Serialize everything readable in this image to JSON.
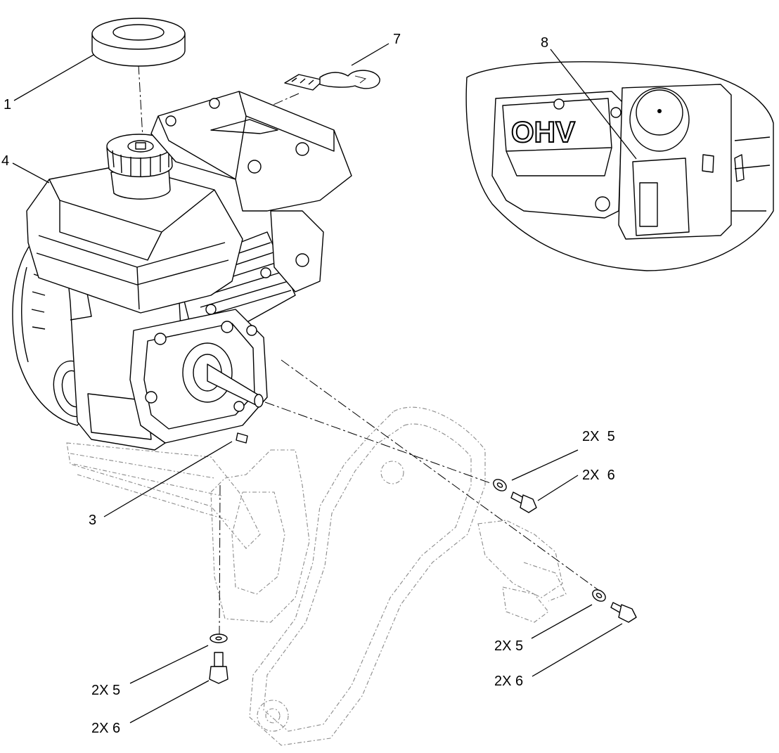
{
  "callouts": {
    "c1": "1",
    "c3": "3",
    "c4": "4",
    "c7": "7",
    "c8": "8",
    "c5_right_upper": "2X  5",
    "c6_right_upper": "2X  6",
    "c5_right_lower": "2X 5",
    "c6_right_lower": "2X 6",
    "c5_left_lower": "2X 5",
    "c6_left_lower": "2X 6"
  },
  "detail_view": {
    "valve_cover_text": "OHV"
  },
  "colors": {
    "ink": "#000000",
    "ghost": "#8a8a8a",
    "background": "#ffffff"
  }
}
